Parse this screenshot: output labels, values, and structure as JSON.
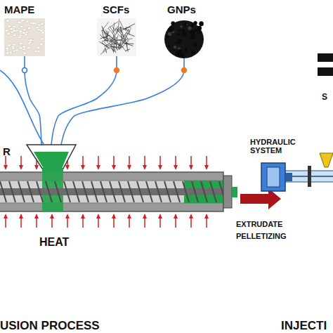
{
  "diagram": {
    "nodes": [
      {
        "text": [
          "MAPE"
        ]
      },
      {
        "text": [
          "SCFs"
        ]
      },
      {
        "text": [
          "GNPs"
        ]
      },
      {
        "text": [
          "R"
        ]
      },
      {
        "text": [
          "HYDRAULIC SYSTEM"
        ]
      }
    ],
    "edges": [
      {
        "from": 0,
        "to": 3,
        "arrow": "none"
      },
      {
        "from": 1,
        "to": 3,
        "arrow": "none"
      },
      {
        "from": 2,
        "to": 3,
        "arrow": "none"
      }
    ],
    "labels": [
      "HEAT",
      "USION PROCESS",
      "EXTRUDATE",
      "PELLETIZING",
      "INJECTI",
      "S"
    ]
  }
}
